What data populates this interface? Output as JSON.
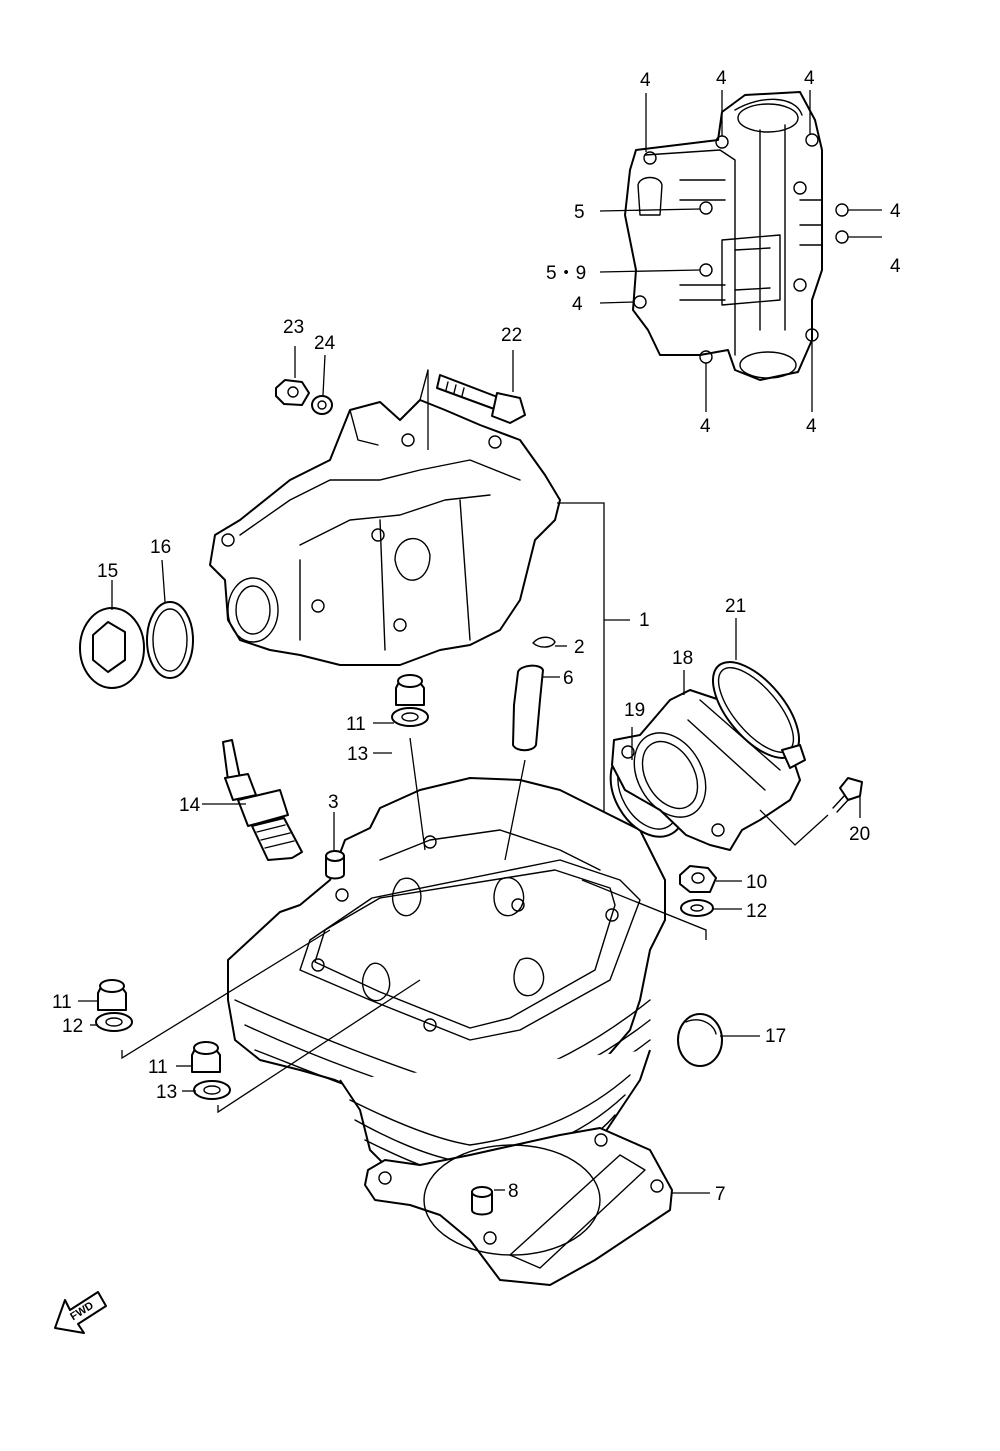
{
  "labels": {
    "l4_top1": "4",
    "l4_top2": "4",
    "l4_top3": "4",
    "l5": "5",
    "l59": "5・9",
    "l4_left": "4",
    "l4_right1": "4",
    "l4_right2": "4",
    "l4_bot1": "4",
    "l4_bot2": "4",
    "l1": "1",
    "l2": "2",
    "l3": "3",
    "l6": "6",
    "l7": "7",
    "l8": "8",
    "l10": "10",
    "l11a": "11",
    "l11b": "11",
    "l11c": "11",
    "l12a": "12",
    "l12b": "12",
    "l13a": "13",
    "l13b": "13",
    "l14": "14",
    "l15": "15",
    "l16": "16",
    "l17": "17",
    "l18": "18",
    "l19": "19",
    "l20": "20",
    "l21": "21",
    "l22": "22",
    "l23": "23",
    "l24": "24"
  },
  "fwd_badge": "FWD"
}
